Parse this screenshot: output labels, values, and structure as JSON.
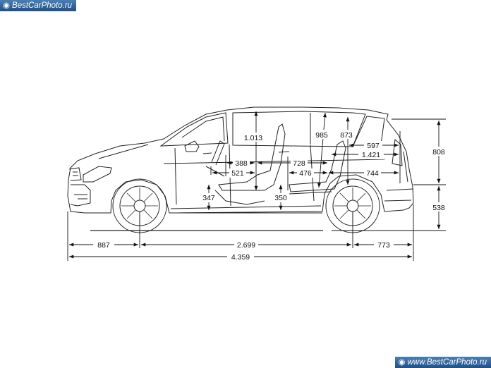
{
  "watermark": {
    "top_text": "BestCarPhoto.ru",
    "bottom_text": "www.BestCarPhoto.ru"
  },
  "dimensions": {
    "front_overhang": "887",
    "wheelbase": "2.699",
    "rear_overhang": "773",
    "overall_length": "4.359",
    "body_height_above_wheel_centre": "808",
    "wheel_centre_height": "538",
    "front_headroom": "1.013",
    "rear_headroom": "985",
    "cargo_height": "873",
    "cargo_length_upper": "597",
    "cargo_length_seat_back": "1.421",
    "front_seat_to_pedal": "388",
    "front_seat_depth": "521",
    "rear_legroom": "728",
    "rear_seat_depth": "476",
    "cargo_floor_length": "744",
    "front_seat_height": "347",
    "rear_seat_height": "350"
  },
  "colors": {
    "line": "#222222",
    "watermark_bg": "#2f65a0"
  }
}
